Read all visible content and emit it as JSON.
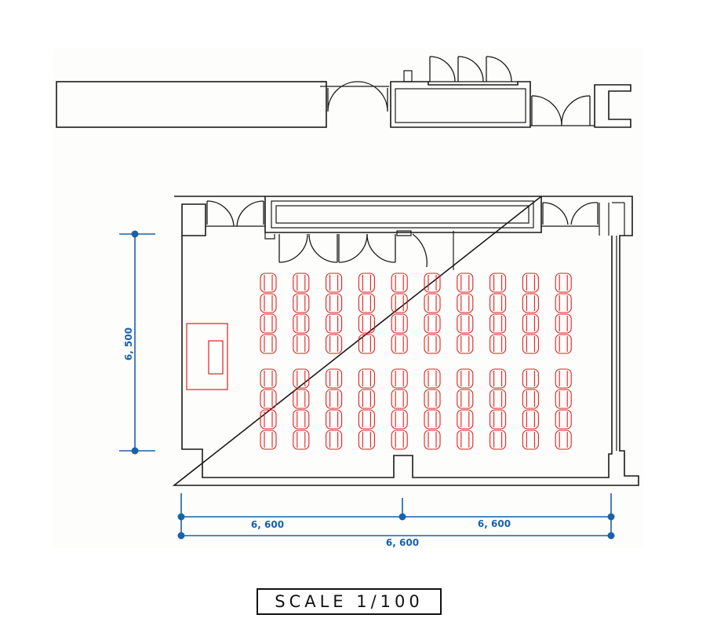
{
  "dimensions": {
    "vertical": "6, 500",
    "left_span": "6, 600",
    "right_span": "6, 600",
    "overall": "6, 600"
  },
  "scale_label": "SCALE 1/100",
  "seating": {
    "columns": 10,
    "rows_per_block": 4,
    "blocks": 2
  },
  "colors": {
    "walls": "#1a1a1a",
    "seats": "#e02020",
    "dimensions": "#1a62a8",
    "background": "#fdfdfb"
  }
}
